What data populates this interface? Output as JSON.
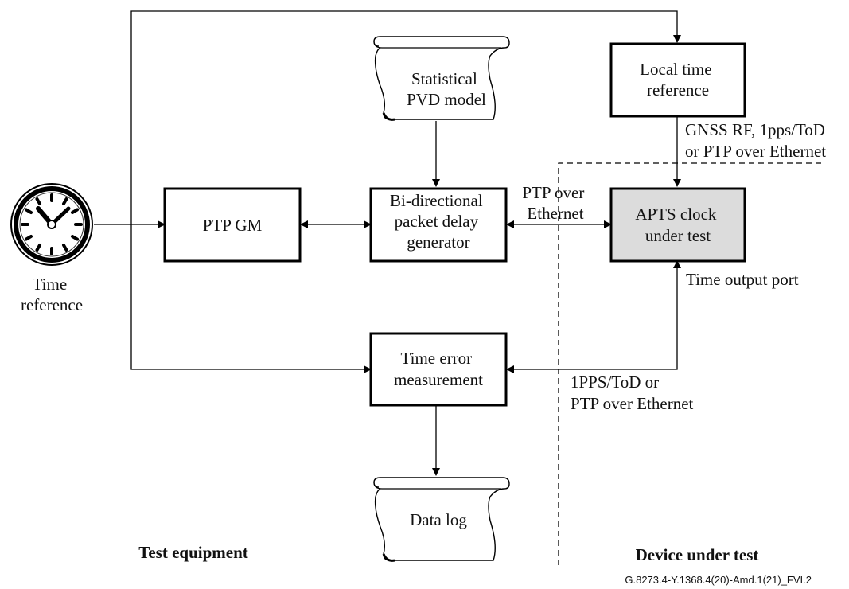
{
  "time_reference": {
    "label_lines": [
      "Time",
      "reference"
    ]
  },
  "ptp_gm": {
    "label": "PTP GM"
  },
  "statistical_pvd_model": {
    "label_lines": [
      "Statistical",
      "PVD model"
    ]
  },
  "packet_delay_generator": {
    "label_lines": [
      "Bi-directional",
      "packet delay",
      "generator"
    ]
  },
  "local_time_reference": {
    "label_lines": [
      "Local time",
      "reference"
    ]
  },
  "apts_clock": {
    "label_lines": [
      "APTS clock",
      "under test"
    ],
    "fill": "#dcdcdc"
  },
  "time_error_measurement": {
    "label_lines": [
      "Time error",
      "measurement"
    ]
  },
  "data_log": {
    "label": "Data log"
  },
  "link_labels": {
    "ptp_over_ethernet": [
      "PTP over",
      "Ethernet"
    ],
    "gnss": [
      "GNSS RF, 1pps/ToD",
      "or PTP over Ethernet"
    ],
    "time_output_port": "Time output port",
    "pps_tod": [
      "1PPS/ToD or",
      "PTP over Ethernet"
    ]
  },
  "region_labels": {
    "test_equipment": "Test equipment",
    "device_under_test": "Device under test"
  },
  "figure_id": "G.8273.4-Y.1368.4(20)-Amd.1(21)_FVI.2"
}
